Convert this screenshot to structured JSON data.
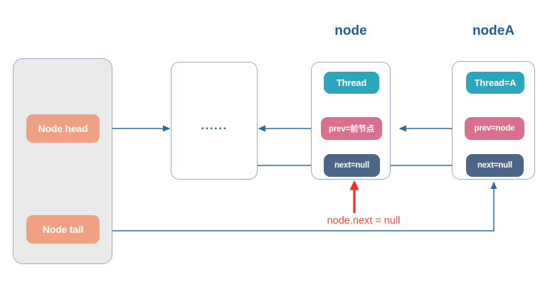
{
  "diagram": {
    "title_node": "node",
    "title_nodea": "nodeA",
    "annotation": "node.next = null",
    "ellipsis": "......",
    "list_container": {
      "head_label": "Node head",
      "tail_label": "Node tail"
    },
    "node": {
      "thread_label": "Thread",
      "prev_label": "prev=前节点",
      "next_label": "next=null"
    },
    "nodea": {
      "thread_label": "Thread=A",
      "prev_label": "prev=node",
      "next_label": "next=null"
    },
    "colors": {
      "orange": "#f0a183",
      "teal": "#2ba6bf",
      "pink": "#d9708e",
      "slate": "#4d6688",
      "title_blue": "#1f6095",
      "arrow_blue": "#2b6c9c",
      "red": "#fb4a3f",
      "container_gray": "#eaeaea",
      "box_border": "#9aabc7"
    }
  }
}
